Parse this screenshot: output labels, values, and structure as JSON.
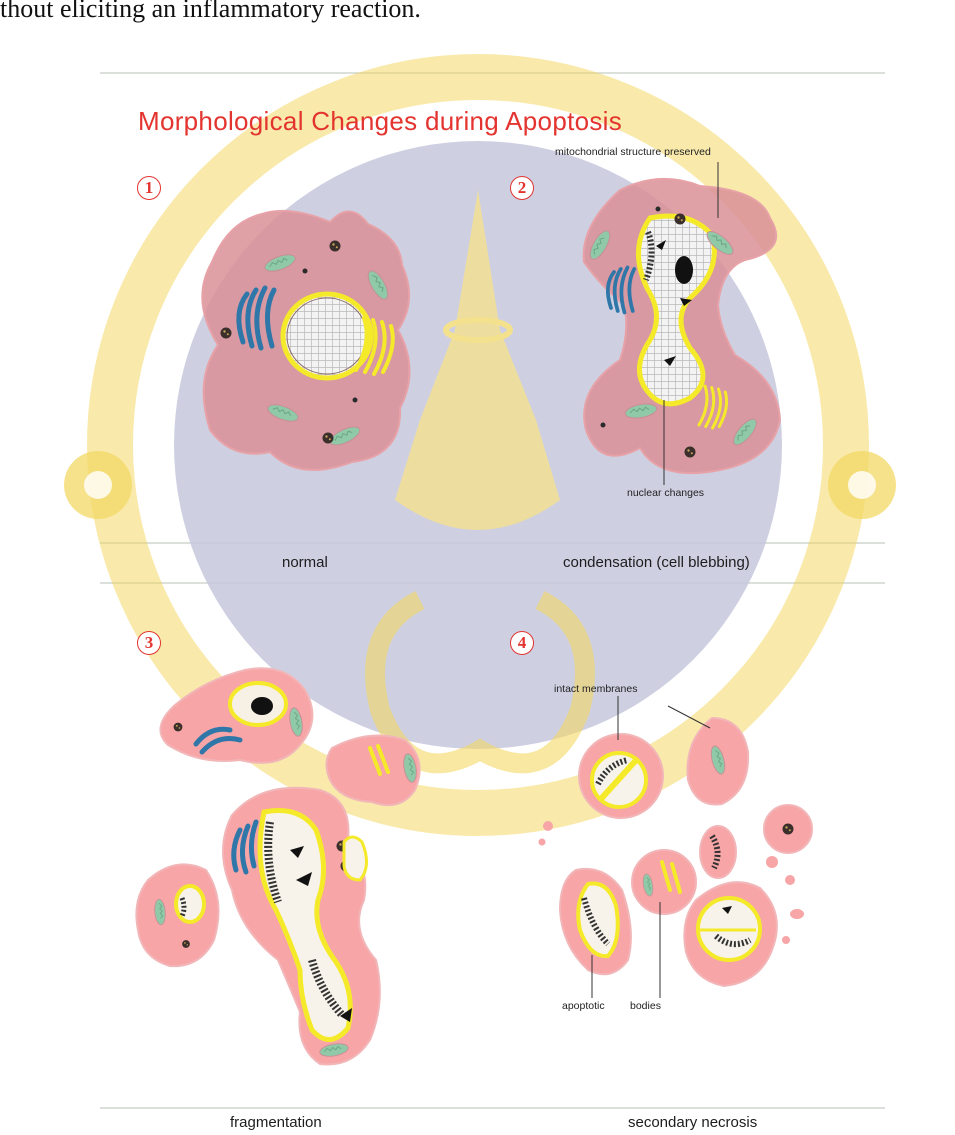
{
  "document": {
    "lead_text": "thout eliciting an inflammatory reaction.",
    "figure": {
      "title": "Morphological  Changes during Apoptosis",
      "panels": [
        {
          "number": "1",
          "caption": "normal"
        },
        {
          "number": "2",
          "caption": "condensation  (cell blebbing)"
        },
        {
          "number": "3",
          "caption": "fragmentation"
        },
        {
          "number": "4",
          "caption": "secondary necrosis"
        }
      ],
      "annotations": {
        "mitochondrial": "mitochondrial  structure preserved",
        "nuclear": "nuclear changes",
        "membranes": "intact  membranes",
        "bodies_a": "apoptotic",
        "bodies_b": "bodies"
      }
    },
    "colors": {
      "title": "#e3342f",
      "cell_fill": "#f7a5a7",
      "nuclear_rim": "#f5ea2a",
      "golgi": "#2e77a8",
      "mitochondria": "#8fc9a7",
      "watermark_disc": "#c6c8de",
      "watermark_gold": "#f2d24a"
    },
    "watermark": {
      "type": "university-seal"
    }
  }
}
